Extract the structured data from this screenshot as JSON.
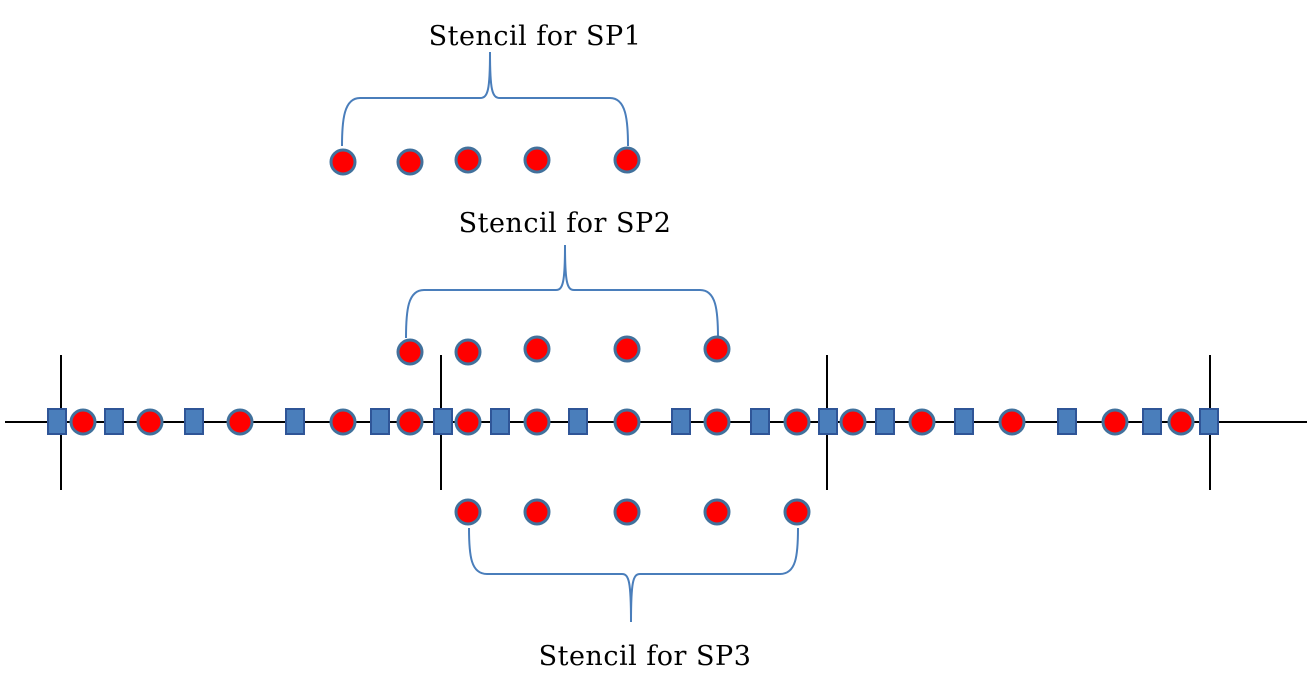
{
  "labels": {
    "sp1": "Stencil for SP1",
    "sp2": "Stencil for SP2",
    "sp3": "Stencil for SP3"
  },
  "colors": {
    "solution_point_fill": "#ff0000",
    "solution_point_stroke": "#41719c",
    "flux_point_fill": "#4a7ebb",
    "flux_point_stroke": "#2f5597",
    "brace": "#4a7ebb",
    "axis": "#000000"
  }
}
